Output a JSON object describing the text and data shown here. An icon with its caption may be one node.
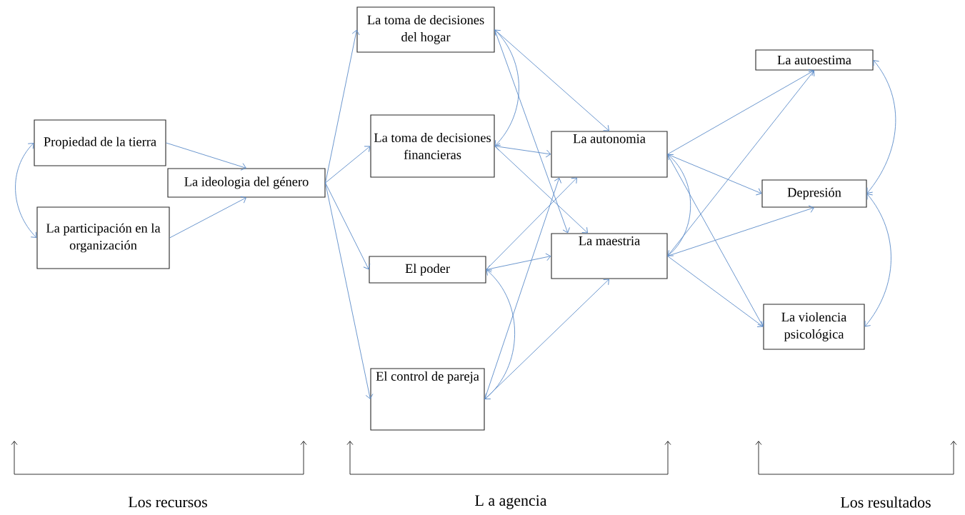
{
  "diagram": {
    "nodes": [
      {
        "text": [
          "Propiedad de la tierra"
        ]
      },
      {
        "text": [
          "La participación en la organización"
        ]
      },
      {
        "text": [
          "La ideologia del género"
        ]
      },
      {
        "text": [
          "La toma de decisiones del hogar"
        ]
      },
      {
        "text": [
          "La toma de decisiones financieras"
        ]
      },
      {
        "text": [
          "El poder"
        ]
      },
      {
        "text": [
          "El control de pareja"
        ]
      },
      {
        "text": [
          "La autonomia"
        ]
      },
      {
        "text": [
          "La maestria"
        ]
      },
      {
        "text": [
          "La autoestima"
        ]
      },
      {
        "text": [
          "Depresión"
        ]
      },
      {
        "text": [
          "La violencia psicológica"
        ]
      }
    ],
    "edges": [
      {
        "from": 0,
        "to": 1,
        "arrow": "both"
      },
      {
        "from": 0,
        "to": 2,
        "arrow": "to"
      },
      {
        "from": 1,
        "to": 2,
        "arrow": "to"
      },
      {
        "from": 2,
        "to": 3,
        "arrow": "to"
      },
      {
        "from": 2,
        "to": 4,
        "arrow": "to"
      },
      {
        "from": 2,
        "to": 5,
        "arrow": "to"
      },
      {
        "from": 2,
        "to": 6,
        "arrow": "to"
      },
      {
        "from": 3,
        "to": 4,
        "arrow": "both"
      },
      {
        "from": 3,
        "to": 7,
        "arrow": "to"
      },
      {
        "from": 3,
        "to": 8,
        "arrow": "to"
      },
      {
        "from": 4,
        "to": 7,
        "arrow": "both"
      },
      {
        "from": 4,
        "to": 8,
        "arrow": "to"
      },
      {
        "from": 5,
        "to": 7,
        "arrow": "to"
      },
      {
        "from": 5,
        "to": 8,
        "arrow": "both"
      },
      {
        "from": 5,
        "to": 6,
        "arrow": "both"
      },
      {
        "from": 6,
        "to": 7,
        "arrow": "to"
      },
      {
        "from": 6,
        "to": 8,
        "arrow": "to"
      },
      {
        "from": 7,
        "to": 8,
        "arrow": "both"
      },
      {
        "from": 7,
        "to": 9,
        "arrow": "to"
      },
      {
        "from": 7,
        "to": 10,
        "arrow": "to"
      },
      {
        "from": 7,
        "to": 11,
        "arrow": "to"
      },
      {
        "from": 8,
        "to": 9,
        "arrow": "to"
      },
      {
        "from": 8,
        "to": 10,
        "arrow": "to"
      },
      {
        "from": 8,
        "to": 11,
        "arrow": "to"
      },
      {
        "from": 9,
        "to": 10,
        "arrow": "both"
      },
      {
        "from": 10,
        "to": 11,
        "arrow": "both"
      }
    ],
    "labels": [
      "Los recursos",
      "L a agencia",
      "Los resultados"
    ]
  }
}
